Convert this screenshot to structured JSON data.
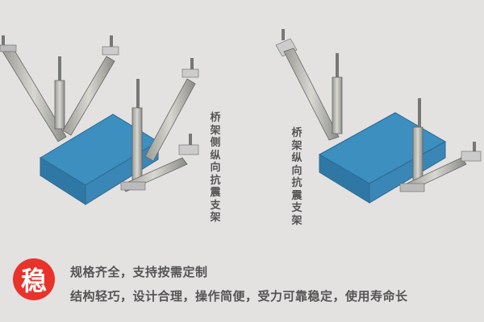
{
  "figures": [
    {
      "label": "桥架侧纵向抗震支架",
      "tray_color": "#3c8fbf"
    },
    {
      "label": "桥架纵向抗震支架",
      "tray_color": "#3c8fbf"
    }
  ],
  "feature": {
    "badge_char": "稳",
    "badge_color": "#e8332c",
    "line1": "规格齐全，支持按需定制",
    "line2": "结构轻巧，设计合理，操作简便，受力可靠稳定，使用寿命长"
  }
}
